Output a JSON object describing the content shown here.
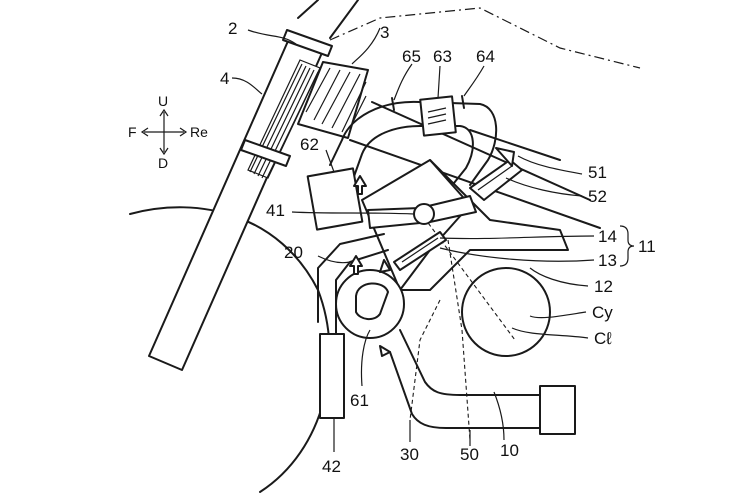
{
  "direction": {
    "up": "U",
    "front": "F",
    "rear": "Re",
    "down": "D"
  },
  "labels": {
    "l2": "2",
    "l3": "3",
    "l4": "4",
    "l65": "65",
    "l63": "63",
    "l64": "64",
    "l62": "62",
    "l41": "41",
    "l20": "20",
    "l51": "51",
    "l52": "52",
    "l14": "14",
    "l13": "13",
    "l11": "11",
    "l12": "12",
    "lcy": "Cy",
    "lcl": "Cℓ",
    "l61": "61",
    "l42": "42",
    "l30": "30",
    "l50": "50",
    "l10": "10"
  },
  "colors": {
    "line": "#1a1a1a",
    "background": "#ffffff"
  }
}
